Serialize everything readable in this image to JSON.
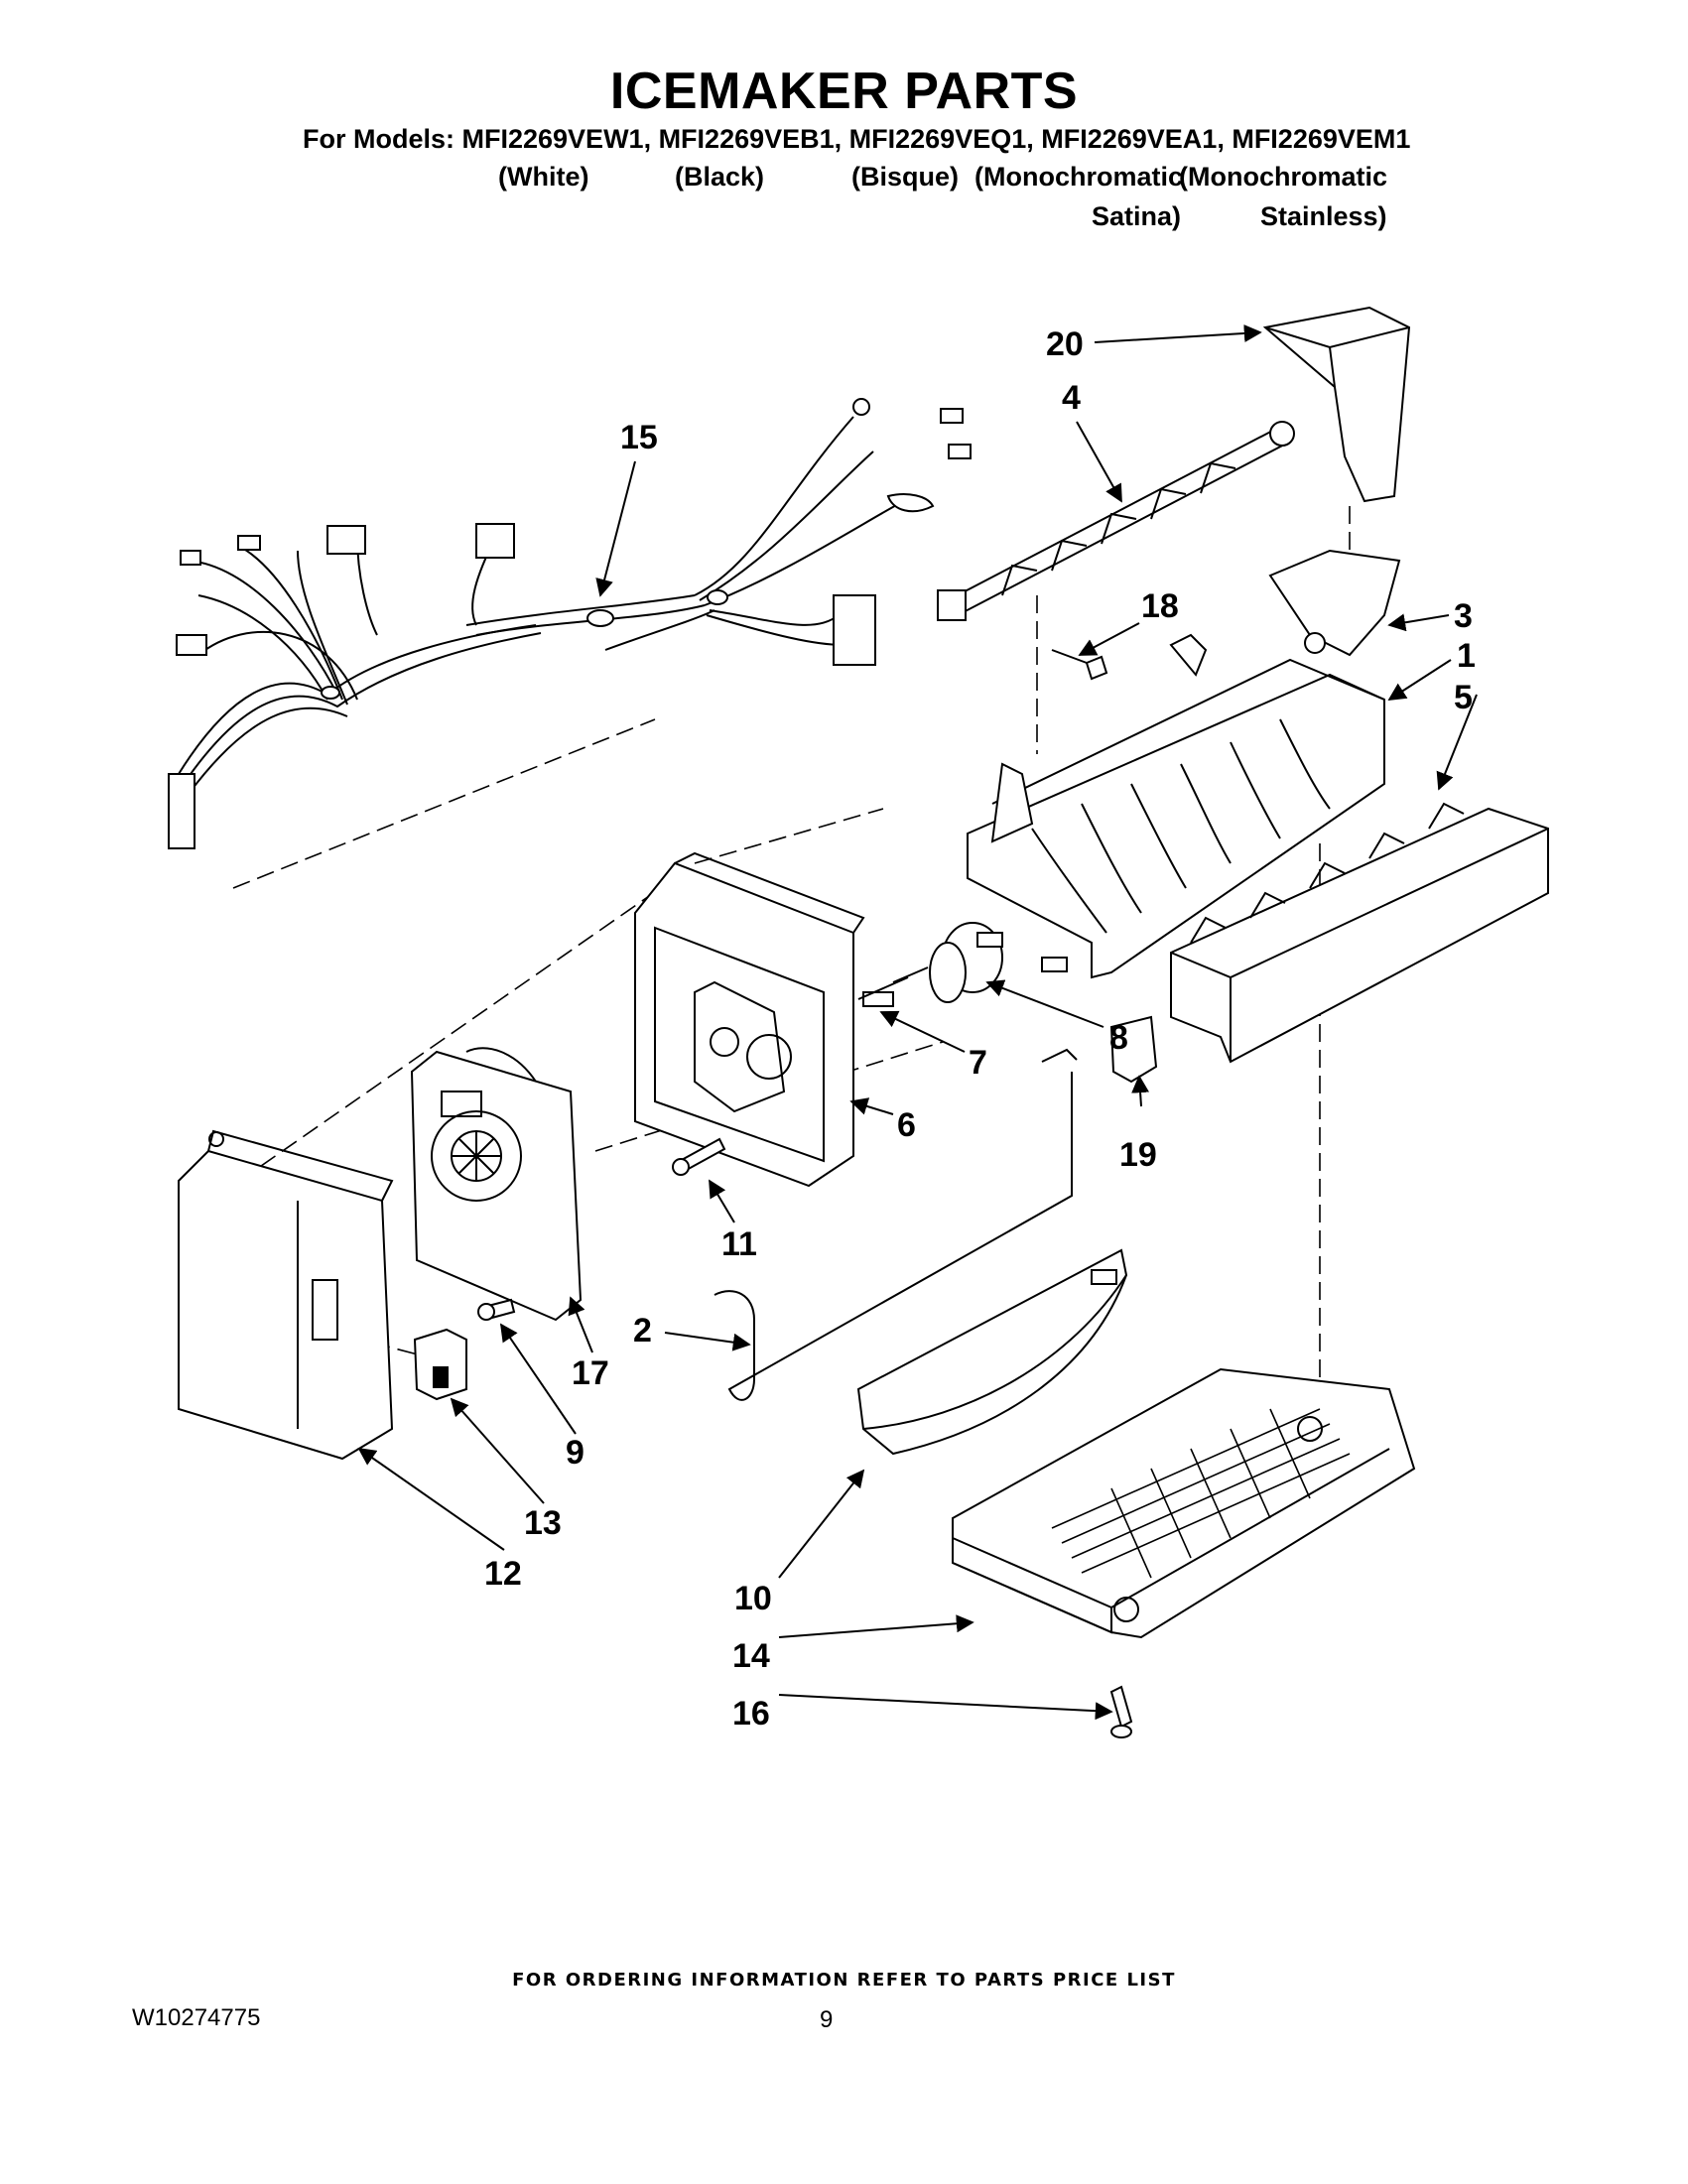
{
  "title": "ICEMAKER PARTS",
  "models_line": "For Models: MFI2269VEW1, MFI2269VEB1, MFI2269VEQ1, MFI2269VEA1, MFI2269VEM1",
  "variants": {
    "white": "(White)",
    "black": "(Black)",
    "bisque": "(Bisque)",
    "satina_1": "(Monochromatic",
    "satina_2": "Satina)",
    "stainless_1": "(Monochromatic",
    "stainless_2": "Stainless)"
  },
  "callouts": [
    "1",
    "2",
    "3",
    "4",
    "5",
    "6",
    "7",
    "8",
    "9",
    "10",
    "11",
    "12",
    "13",
    "14",
    "15",
    "16",
    "17",
    "18",
    "19",
    "20"
  ],
  "footer": {
    "ordering_note": "FOR ORDERING INFORMATION REFER TO PARTS PRICE LIST",
    "doc_number": "W10274775",
    "page_number": "9"
  }
}
